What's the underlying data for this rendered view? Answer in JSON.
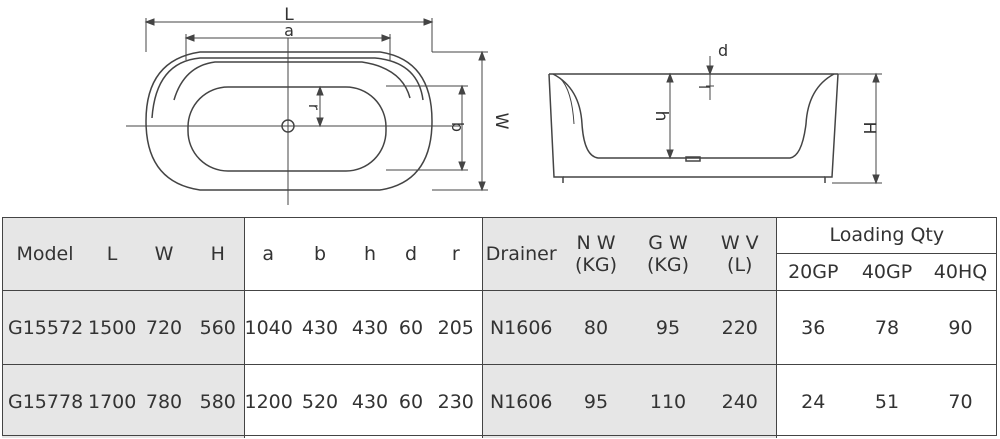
{
  "drawing_labels": {
    "L": "L",
    "a": "a",
    "W": "W",
    "b": "b",
    "r": "r",
    "d": "d",
    "l": "l",
    "h": "h",
    "H": "H"
  },
  "table": {
    "headers": {
      "model": "Model",
      "L": "L",
      "W": "W",
      "H": "H",
      "a": "a",
      "b": "b",
      "h": "h",
      "d": "d",
      "r": "r",
      "drainer": "Drainer",
      "nw_line1": "N W",
      "nw_line2": "(KG)",
      "gw_line1": "G W",
      "gw_line2": "(KG)",
      "wv_line1": "W V",
      "wv_line2": "(L)",
      "loading": "Loading Qty",
      "gp20": "20GP",
      "gp40": "40GP",
      "hq40": "40HQ"
    },
    "rows": [
      {
        "model": "G15572",
        "L": "1500",
        "W": "720",
        "H": "560",
        "a": "1040",
        "b": "430",
        "h": "430",
        "d": "60",
        "r": "205",
        "drainer": "N1606",
        "nw": "80",
        "gw": "95",
        "wv": "220",
        "gp20": "36",
        "gp40": "78",
        "hq40": "90"
      },
      {
        "model": "G15778",
        "L": "1700",
        "W": "780",
        "H": "580",
        "a": "1200",
        "b": "520",
        "h": "430",
        "d": "60",
        "r": "230",
        "drainer": "N1606",
        "nw": "95",
        "gw": "110",
        "wv": "240",
        "gp20": "24",
        "gp40": "51",
        "hq40": "70"
      }
    ]
  }
}
